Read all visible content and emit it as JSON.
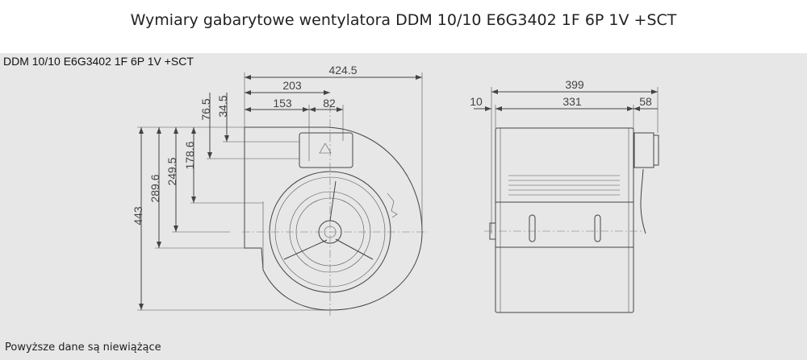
{
  "title": "Wymiary gabarytowe wentylatora DDM 10/10 E6G3402 1F 6P 1V +SCT",
  "model": "DDM 10/10 E6G3402 1F 6P 1V +SCT",
  "note": "Powyższe dane są niewiążące",
  "front_view": {
    "dims": {
      "total_width": "424.5",
      "to_axis": "203",
      "to_box": "153",
      "box_width": "82",
      "height": "443",
      "housing_height": "289.6",
      "axis_height": "249.5",
      "inlet_offset": "178.6",
      "box_height": "76.5",
      "box_gland": "34.5"
    }
  },
  "side_view": {
    "dims": {
      "total": "399",
      "body": "331",
      "left": "10",
      "right": "58"
    }
  }
}
